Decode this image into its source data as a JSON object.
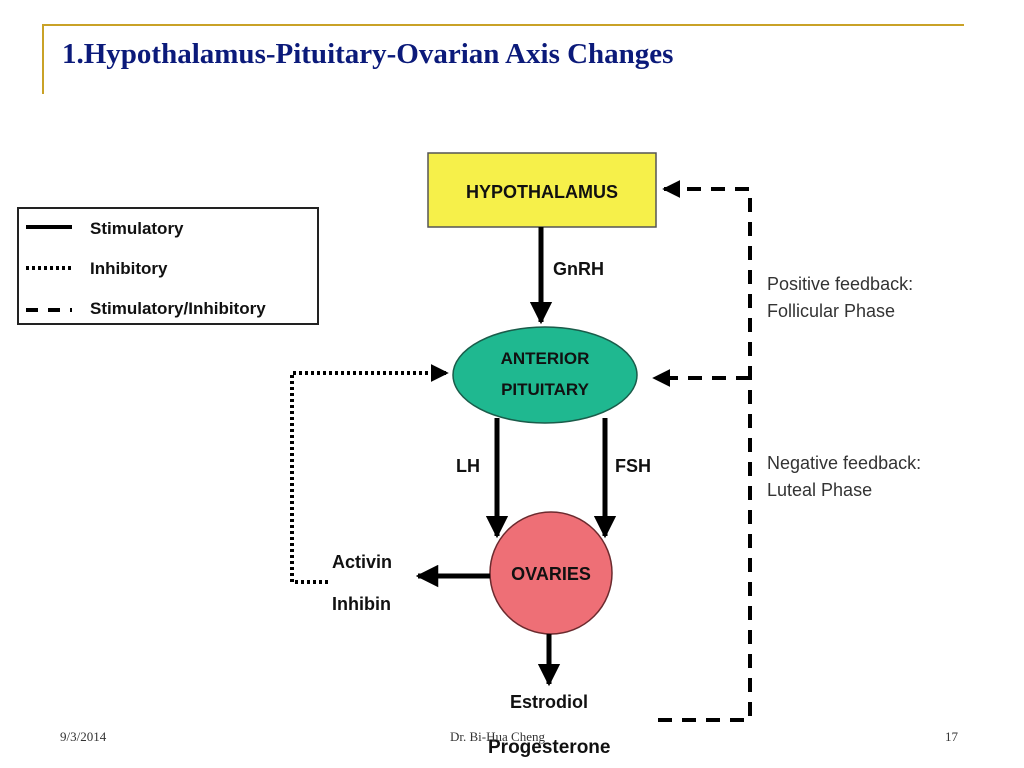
{
  "slide": {
    "title": "1.Hypothalamus-Pituitary-Ovarian Axis Changes"
  },
  "legend": {
    "items": [
      {
        "label": "Stimulatory",
        "style": "solid"
      },
      {
        "label": "Inhibitory",
        "style": "dotted"
      },
      {
        "label": "Stimulatory/Inhibitory",
        "style": "dashed"
      }
    ]
  },
  "diagram": {
    "nodes": {
      "hypothalamus": "HYPOTHALAMUS",
      "pituitary_line1": "ANTERIOR",
      "pituitary_line2": "PITUITARY",
      "ovaries": "OVARIES"
    },
    "hormones": {
      "gnrh": "GnRH",
      "lh": "LH",
      "fsh": "FSH",
      "activin": "Activin",
      "inhibin": "Inhibin",
      "estrodiol": "Estrodiol",
      "progesterone": "Progesterone"
    },
    "feedback": {
      "positive_line1": "Positive feedback:",
      "positive_line2": "Follicular Phase",
      "negative_line1": "Negative feedback:",
      "negative_line2": "Luteal Phase"
    },
    "colors": {
      "hypothalamus": "#f6f04a",
      "pituitary": "#1fb890",
      "ovaries": "#ee6f76",
      "title": "#0b1a7a",
      "frame": "#c9a227"
    }
  },
  "footer": {
    "date": "9/3/2014",
    "author": "Dr. Bi-Hua Cheng",
    "page": "17"
  }
}
